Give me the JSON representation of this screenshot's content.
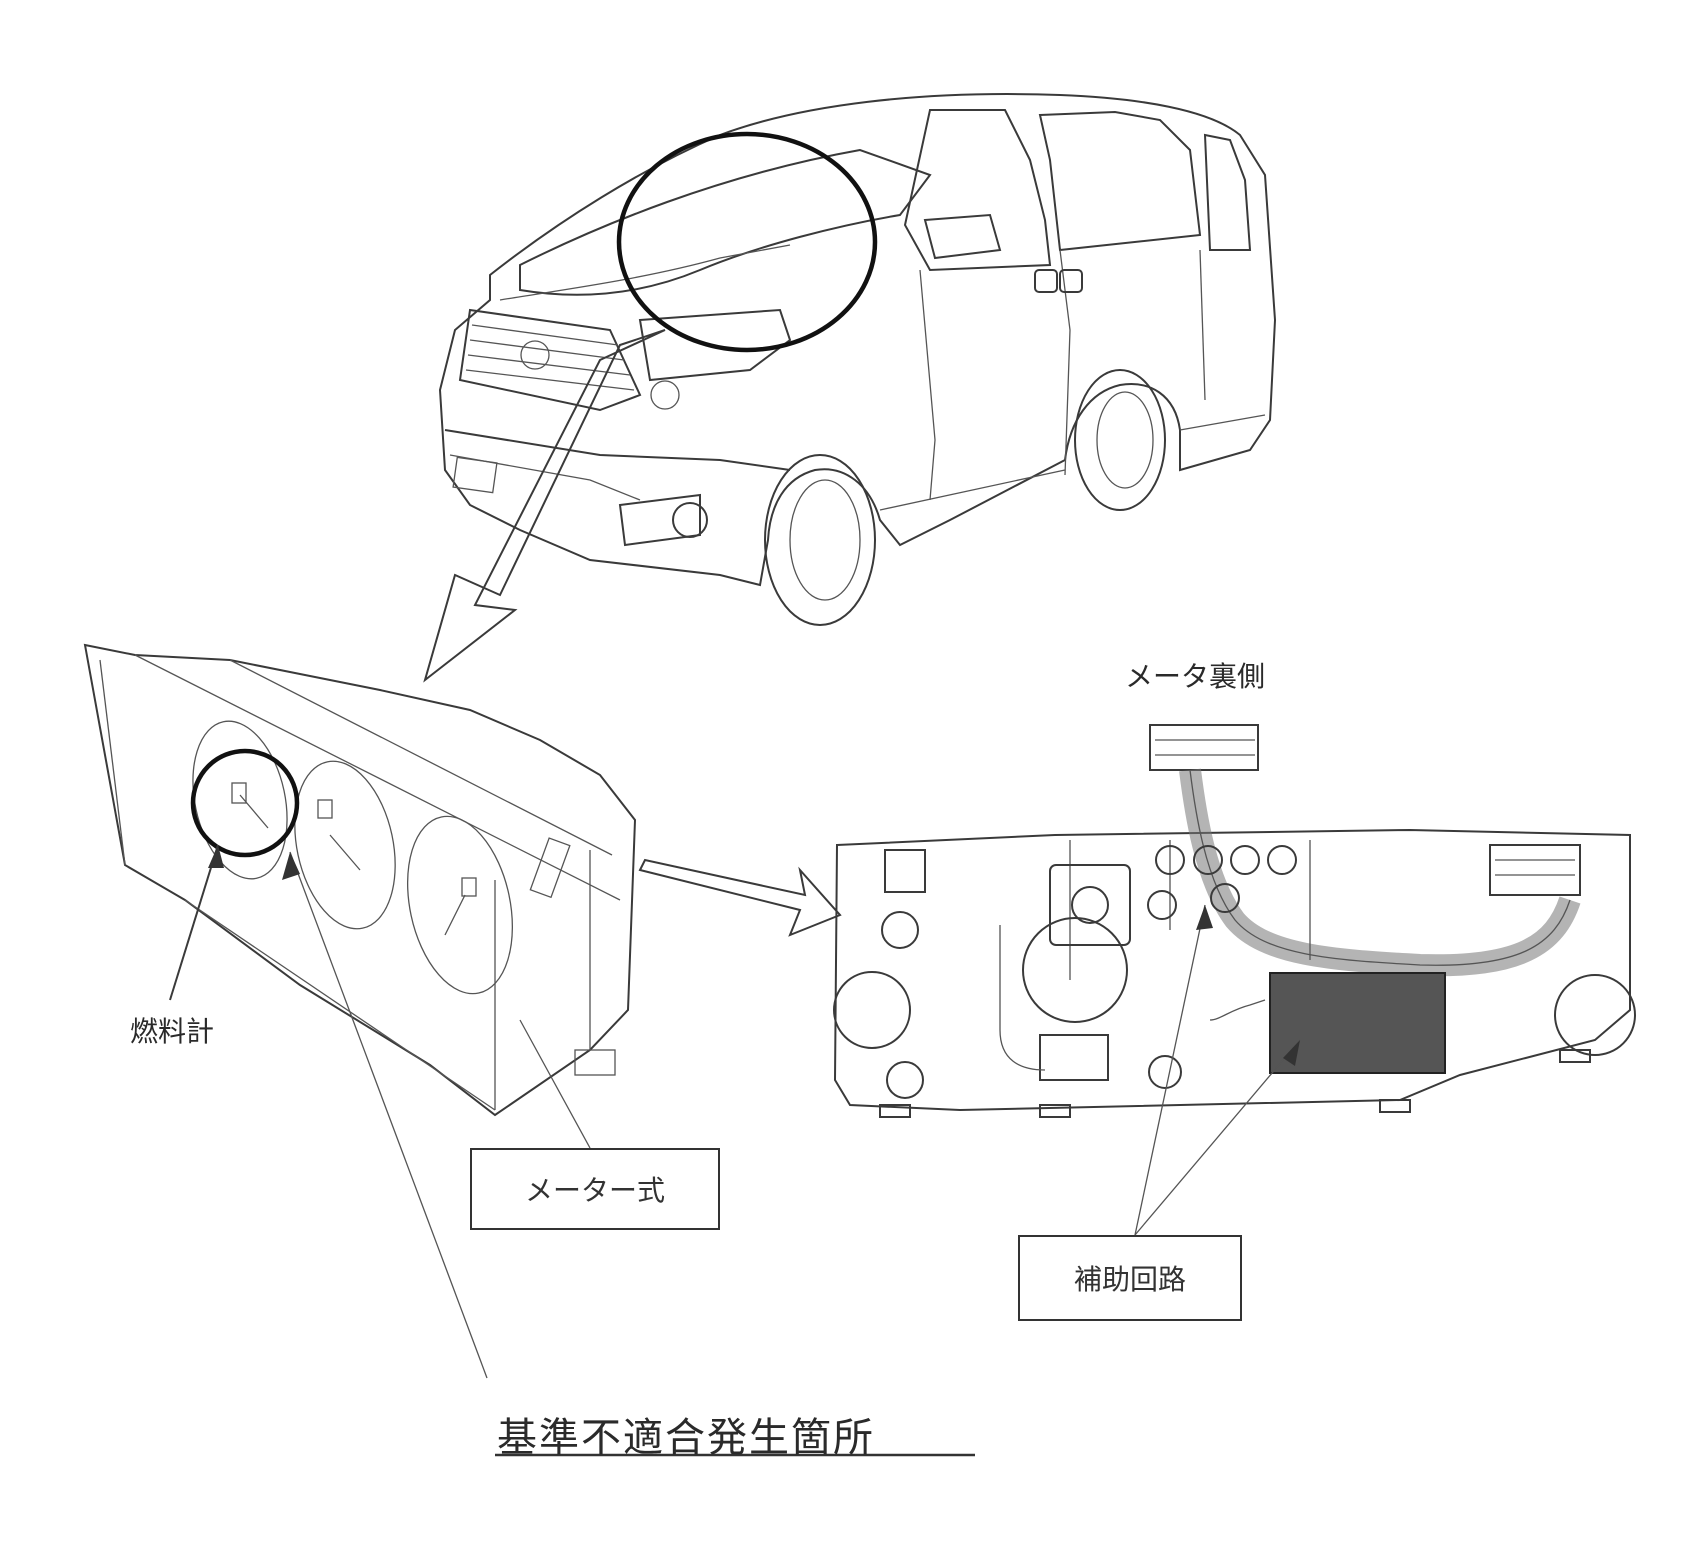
{
  "labels": {
    "meter_back": "メータ裏側",
    "fuel_gauge": "燃料計",
    "meter_assembly": "メーター式",
    "aux_circuit": "補助回路",
    "defect_location": "基準不適合発生箇所"
  },
  "colors": {
    "line": "#3a3a3a",
    "circuit_fill": "#555555",
    "background": "#ffffff"
  }
}
